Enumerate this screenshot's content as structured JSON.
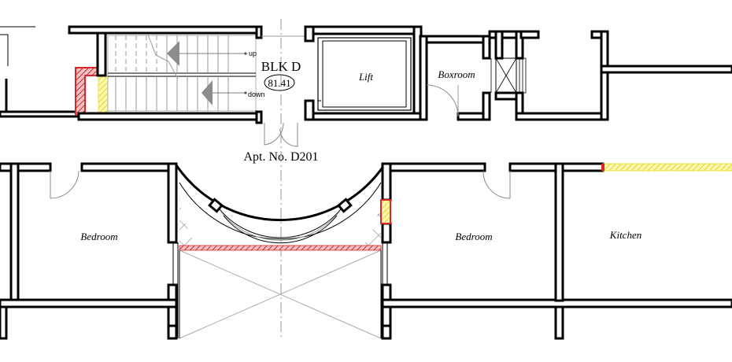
{
  "labels": {
    "block": "BLK D",
    "level": "81.41",
    "apartment": "Apt. No. D201",
    "lift": "Lift",
    "boxroom": "Boxroom",
    "bedroom_left": "Bedroom",
    "bedroom_right": "Bedroom",
    "kitchen": "Kitchen",
    "stair_up": "up",
    "stair_down": "down"
  },
  "colors": {
    "wall": "#000000",
    "fire_wall": "#d9262c",
    "hatch_yellow": "#e9e43a",
    "stair_arrow": "#8c8c8c",
    "centerline": "#9a9a9a"
  }
}
